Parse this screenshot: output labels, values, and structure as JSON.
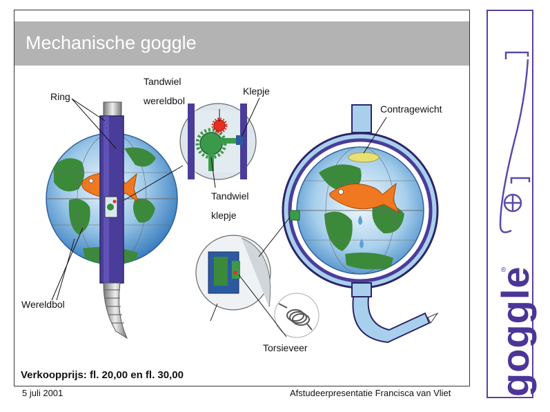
{
  "slide": {
    "title": "Mechanische goggle",
    "labels": {
      "ring": "Ring",
      "tandwiel_wereldbol_1": "Tandwiel",
      "tandwiel_wereldbol_2": "wereldbol",
      "klepje": "Klepje",
      "contragewicht": "Contragewicht",
      "tandwiel_klepje_1": "Tandwiel",
      "tandwiel_klepje_2": "klepje",
      "wereldbol": "Wereldbol",
      "torsieveer": "Torsieveer"
    },
    "price": "Verkoopprijs: fl. 20,00 en fl. 30,00",
    "footer_date": "5 juli 2001",
    "footer_presenter": "Afstudeerpresentatie Francisca van Vliet"
  },
  "brand": {
    "wordmark": "goggle",
    "registered": "®",
    "color": "#4b3598"
  },
  "colors": {
    "title_bar": "#b3b3b3",
    "ring_purple": "#4a3d9a",
    "globe_blue": "#5aa0d8",
    "land_green": "#3a8a3a",
    "fish_orange": "#f07820",
    "counterweight": "#e8e070",
    "gear_red": "#e83020"
  }
}
